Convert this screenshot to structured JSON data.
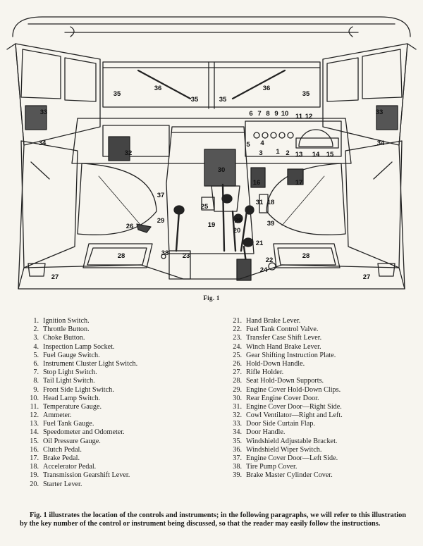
{
  "figure": {
    "caption": "Fig. 1",
    "callouts": [
      {
        "label": "36",
        "role": "wiper-left"
      },
      {
        "label": "36",
        "role": "wiper-right"
      },
      {
        "label": "35",
        "role": "bracket-far-left"
      },
      {
        "label": "35",
        "role": "bracket-center-left"
      },
      {
        "label": "35",
        "role": "bracket-center-right"
      },
      {
        "label": "35",
        "role": "bracket-far-right"
      },
      {
        "label": "33",
        "role": "curtain-flap-left"
      },
      {
        "label": "33",
        "role": "curtain-flap-right"
      },
      {
        "label": "34",
        "role": "door-handle-left"
      },
      {
        "label": "34",
        "role": "door-handle-right"
      },
      {
        "label": "32",
        "role": "ventilator"
      },
      {
        "label": "30",
        "role": "rear-engine-cover-door"
      },
      {
        "label": "37",
        "role": "engine-cover-left"
      },
      {
        "label": "25",
        "role": "shift-plate"
      },
      {
        "label": "19",
        "role": "gearshift"
      },
      {
        "label": "26",
        "role": "hold-down-handle"
      },
      {
        "label": "29",
        "role": "clip-left"
      },
      {
        "label": "29",
        "role": "clip-right"
      },
      {
        "label": "20",
        "role": "starter"
      },
      {
        "label": "39",
        "role": "brake-cover"
      },
      {
        "label": "21",
        "role": "hand-brake"
      },
      {
        "label": "22",
        "role": "fuel-valve"
      },
      {
        "label": "24",
        "role": "winch-lever"
      },
      {
        "label": "23",
        "role": "transfer-lever"
      },
      {
        "label": "38",
        "role": "tire-pump"
      },
      {
        "label": "28",
        "role": "seat-left"
      },
      {
        "label": "28",
        "role": "seat-right"
      },
      {
        "label": "27",
        "role": "rifle-left"
      },
      {
        "label": "27",
        "role": "rifle-right"
      },
      {
        "label": "16",
        "role": "clutch"
      },
      {
        "label": "31",
        "role": "engine-cover-right"
      },
      {
        "label": "18",
        "role": "accelerator"
      },
      {
        "label": "17",
        "role": "brake-pedal"
      },
      {
        "label": "6",
        "role": "instr-6"
      },
      {
        "label": "7",
        "role": "instr-7"
      },
      {
        "label": "8",
        "role": "instr-8"
      },
      {
        "label": "9",
        "role": "instr-9"
      },
      {
        "label": "10",
        "role": "instr-10"
      },
      {
        "label": "11",
        "role": "instr-11"
      },
      {
        "label": "12",
        "role": "instr-12"
      },
      {
        "label": "5",
        "role": "instr-5"
      },
      {
        "label": "4",
        "role": "instr-4"
      },
      {
        "label": "3",
        "role": "instr-3"
      },
      {
        "label": "1",
        "role": "instr-1"
      },
      {
        "label": "2",
        "role": "instr-2"
      },
      {
        "label": "13",
        "role": "instr-13"
      },
      {
        "label": "14",
        "role": "instr-14"
      },
      {
        "label": "15",
        "role": "instr-15"
      }
    ]
  },
  "legend_left": [
    {
      "num": "1.",
      "text": "Ignition Switch."
    },
    {
      "num": "2.",
      "text": "Throttle Button."
    },
    {
      "num": "3.",
      "text": "Choke Button."
    },
    {
      "num": "4.",
      "text": "Inspection Lamp Socket."
    },
    {
      "num": "5.",
      "text": "Fuel Gauge Switch."
    },
    {
      "num": "6.",
      "text": "Instrument Cluster Light Switch."
    },
    {
      "num": "7.",
      "text": "Stop Light Switch."
    },
    {
      "num": "8.",
      "text": "Tail Light Switch."
    },
    {
      "num": "9.",
      "text": "Front Side Light Switch."
    },
    {
      "num": "10.",
      "text": "Head Lamp Switch."
    },
    {
      "num": "11.",
      "text": "Temperature Gauge."
    },
    {
      "num": "12.",
      "text": "Ammeter."
    },
    {
      "num": "13.",
      "text": "Fuel Tank Gauge."
    },
    {
      "num": "14.",
      "text": "Speedometer and Odometer."
    },
    {
      "num": "15.",
      "text": "Oil Pressure Gauge."
    },
    {
      "num": "16.",
      "text": "Clutch Pedal."
    },
    {
      "num": "17.",
      "text": "Brake Pedal."
    },
    {
      "num": "18.",
      "text": "Accelerator Pedal."
    },
    {
      "num": "19.",
      "text": "Transmission Gearshift Lever."
    },
    {
      "num": "20.",
      "text": "Starter Lever."
    }
  ],
  "legend_right": [
    {
      "num": "21.",
      "text": "Hand Brake Lever."
    },
    {
      "num": "22.",
      "text": "Fuel Tank Control Valve."
    },
    {
      "num": "23.",
      "text": "Transfer Case Shift Lever."
    },
    {
      "num": "24.",
      "text": "Winch Hand Brake Lever."
    },
    {
      "num": "25.",
      "text": "Gear Shifting Instruction Plate."
    },
    {
      "num": "26.",
      "text": "Hold-Down Handle."
    },
    {
      "num": "27.",
      "text": "Rifle Holder."
    },
    {
      "num": "28.",
      "text": "Seat Hold-Down Supports."
    },
    {
      "num": "29.",
      "text": "Engine Cover Hold-Down Clips."
    },
    {
      "num": "30.",
      "text": "Rear Engine Cover Door."
    },
    {
      "num": "31.",
      "text": "Engine Cover Door—Right Side."
    },
    {
      "num": "32.",
      "text": "Cowl Ventilator—Right and Left."
    },
    {
      "num": "33.",
      "text": "Door Side Curtain Flap."
    },
    {
      "num": "34.",
      "text": "Door Handle."
    },
    {
      "num": "35.",
      "text": "Windshield Adjustable Bracket."
    },
    {
      "num": "36.",
      "text": "Windshield Wiper Switch."
    },
    {
      "num": "37.",
      "text": "Engine Cover Door—Left Side."
    },
    {
      "num": "38.",
      "text": "Tire Pump Cover."
    },
    {
      "num": "39.",
      "text": "Brake Master Cylinder Cover."
    }
  ],
  "intro_text": "Fig. 1 illustrates the location of the controls and instruments; in the following paragraphs, we will refer to this illustration by the key number of the control or instrument being discussed, so that the reader may easily follow the instructions."
}
